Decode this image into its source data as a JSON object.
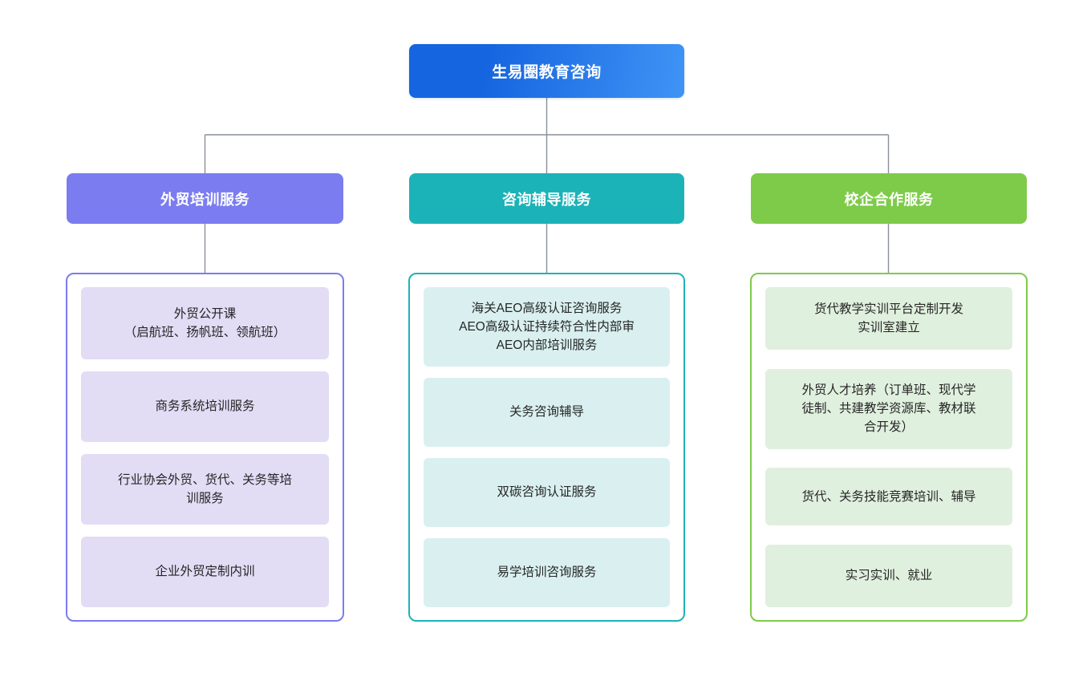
{
  "diagram": {
    "type": "organization-chart",
    "orientation": "top-down",
    "connector_color": "#8a9099",
    "root": {
      "label": "生易圈教育咨询",
      "color_start": "#1565e0",
      "color_end": "#3f94f5",
      "text_color": "#ffffff"
    },
    "branches": [
      {
        "id": "col-0",
        "header": {
          "label": "外贸培训服务",
          "color": "#7a7cf0",
          "text_color": "#ffffff"
        },
        "container_border_color": "#7a7cf0",
        "card_fill": "#e2dcf5",
        "items": [
          {
            "label": "外贸公开课\n（启航班、扬帆班、领航班）"
          },
          {
            "label": "商务系统培训服务"
          },
          {
            "label": "行业协会外贸、货代、关务等培\n训服务"
          },
          {
            "label": "企业外贸定制内训"
          }
        ]
      },
      {
        "id": "col-1",
        "header": {
          "label": "咨询辅导服务",
          "color": "#1cb3b8",
          "text_color": "#ffffff"
        },
        "container_border_color": "#1cb3b8",
        "card_fill": "#daf0f0",
        "items": [
          {
            "label": "海关AEO高级认证咨询服务\nAEO高级认证持续符合性内部审\nAEO内部培训服务"
          },
          {
            "label": "关务咨询辅导"
          },
          {
            "label": "双碳咨询认证服务"
          },
          {
            "label": "易学培训咨询服务"
          }
        ]
      },
      {
        "id": "col-2",
        "header": {
          "label": "校企合作服务",
          "color": "#7ecb4a",
          "text_color": "#ffffff"
        },
        "container_border_color": "#7ecb4a",
        "card_fill": "#e0f0de",
        "items": [
          {
            "label": "货代教学实训平台定制开发\n实训室建立"
          },
          {
            "label": "外贸人才培养（订单班、现代学\n徒制、共建教学资源库、教材联\n合开发）"
          },
          {
            "label": "货代、关务技能竞赛培训、辅导"
          },
          {
            "label": "实习实训、就业"
          }
        ]
      }
    ]
  }
}
